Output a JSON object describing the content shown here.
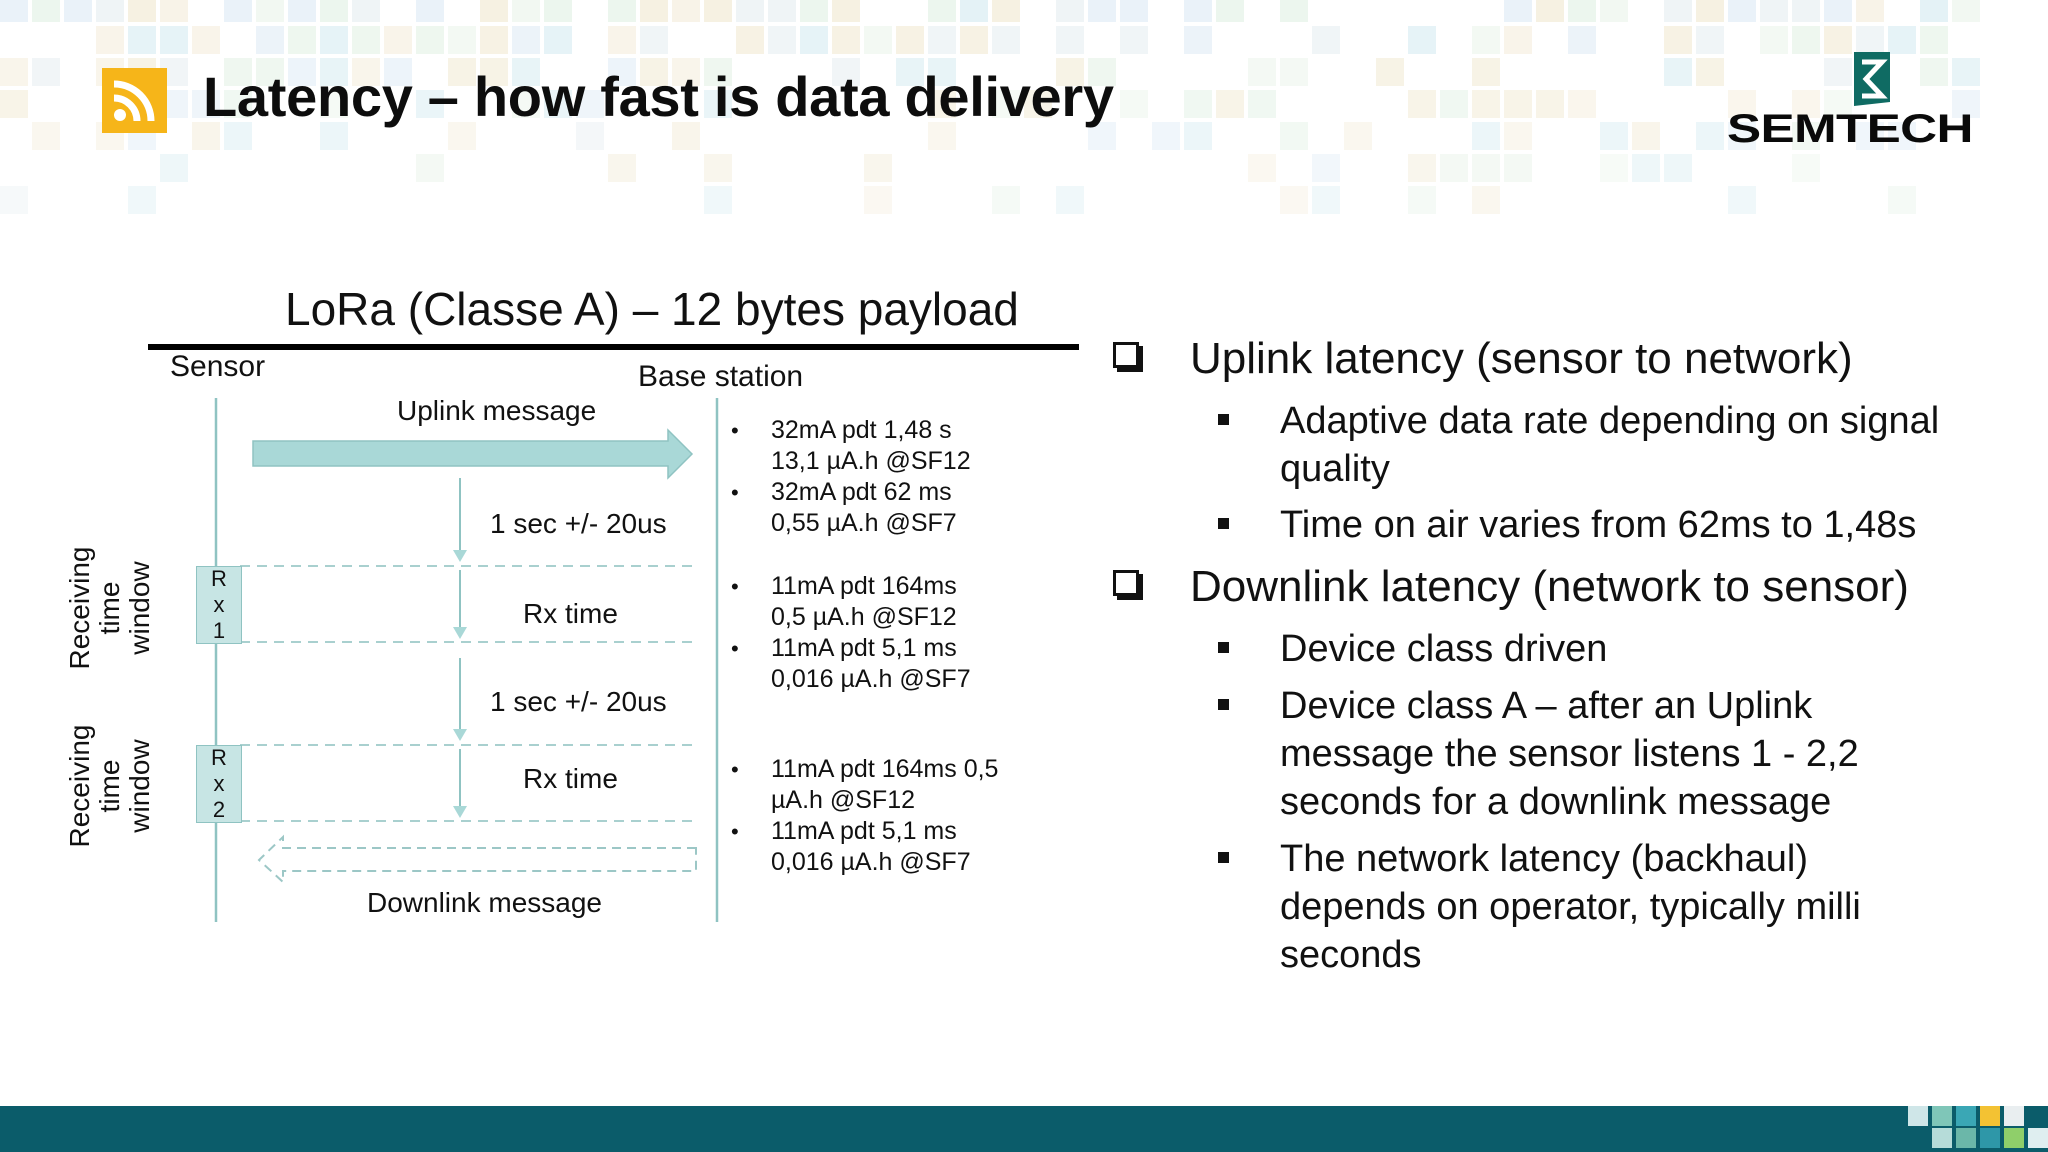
{
  "slide": {
    "title": "Latency – how fast is data delivery",
    "logo_text": "SEMTECH",
    "icons": {
      "badge": "rss-icon",
      "logo_mark": "semtech-mark-icon"
    },
    "colors": {
      "badge": "#f6b519",
      "footer": "#0b5c6a",
      "diagram_teal": "#a9d8d7"
    }
  },
  "diagram": {
    "title": "LoRa (Classe A) – 12 bytes payload",
    "sensor_label": "Sensor",
    "base_station_label": "Base station",
    "uplink_label": "Uplink message",
    "downlink_label": "Downlink message",
    "delay_1": "1 sec +/- 20us",
    "delay_2": "1 sec +/- 20us",
    "rx_time_1": "Rx time",
    "rx_time_2": "Rx time",
    "window_1_label": [
      "Receiving",
      "time",
      "window"
    ],
    "window_2_label": [
      "Receiving",
      "time",
      "window"
    ],
    "rx1_chars": [
      "R",
      "x",
      "1"
    ],
    "rx2_chars": [
      "R",
      "x",
      "2"
    ],
    "uplink_notes": [
      [
        "32mA pdt 1,48 s",
        "13,1 µA.h @SF12"
      ],
      [
        "32mA pdt 62 ms",
        "0,55 µA.h @SF7"
      ]
    ],
    "rx1_notes": [
      [
        "11mA pdt 164ms",
        "0,5 µA.h @SF12"
      ],
      [
        "11mA pdt 5,1 ms",
        "0,016 µA.h @SF7"
      ]
    ],
    "rx2_notes": [
      [
        "11mA pdt 164ms 0,5",
        "µA.h @SF12"
      ],
      [
        "11mA pdt 5,1 ms",
        "0,016 µA.h @SF7"
      ]
    ]
  },
  "bullets": [
    {
      "heading": "Uplink latency (sensor to network)",
      "items": [
        [
          "Adaptive data rate depending on signal",
          "quality"
        ],
        [
          "Time on air varies from 62ms to 1,48s"
        ]
      ]
    },
    {
      "heading": "Downlink latency (network to sensor)",
      "items": [
        [
          "Device class driven"
        ],
        [
          "Device class A – after an Uplink",
          "message the sensor listens 1 - 2,2",
          "seconds for a downlink message"
        ],
        [
          "The network latency (backhaul)",
          "depends on operator, typically milli",
          "seconds"
        ]
      ]
    }
  ]
}
